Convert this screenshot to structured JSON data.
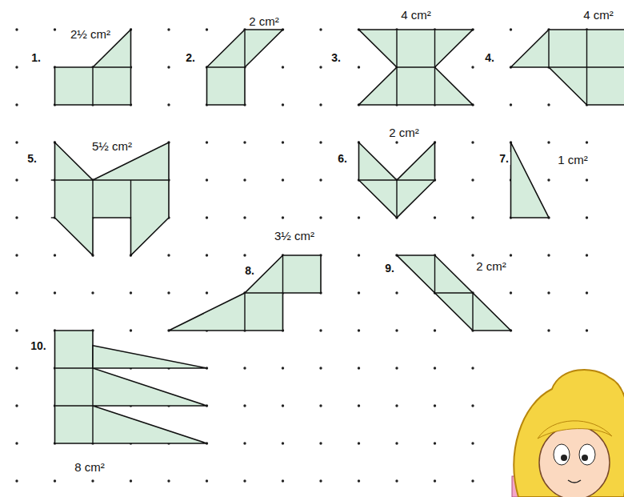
{
  "diagram": {
    "labels": [
      "1.",
      "2½ cm²",
      "2.",
      "2 cm²",
      "3.",
      "4 cm²",
      "4.",
      "4 cm²",
      "5.",
      "5½ cm²",
      "6.",
      "2 cm²",
      "7.",
      "1 cm²",
      "8.",
      "3½ cm²",
      "9.",
      "2 cm²",
      "10.",
      "8 cm²"
    ]
  }
}
